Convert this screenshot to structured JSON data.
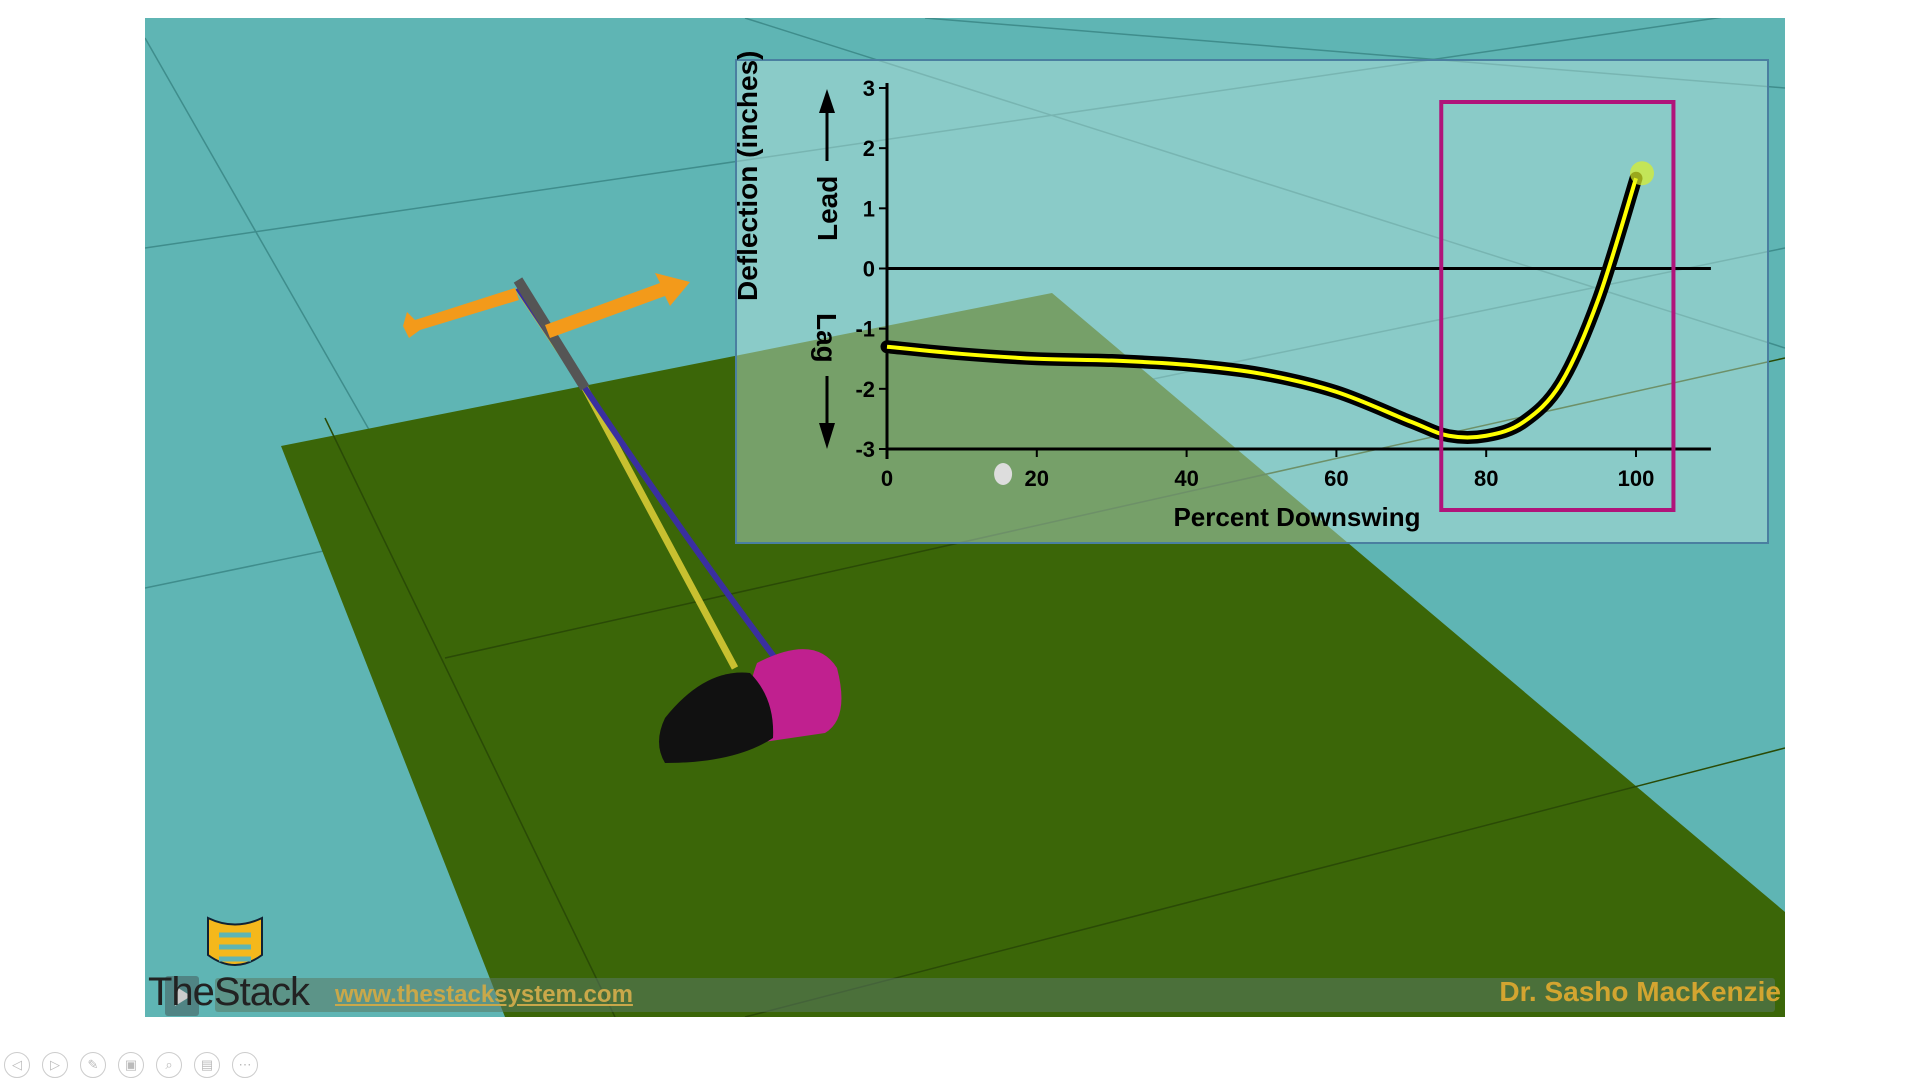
{
  "video": {
    "brand": "TheStack",
    "url": "www.thestacksystem.com",
    "author": "Dr. Sasho MacKenzie"
  },
  "colors": {
    "background": "#5fb5b4",
    "floor": "#3b6608",
    "curve": "#ffff00",
    "highlight_box": "#b0147a",
    "arrows": "#f39a1a",
    "club_head": "#c0208f"
  },
  "chart_data": {
    "type": "line",
    "xlabel": "Percent Downswing",
    "ylabel": "Deflection  (inches)",
    "annotations": {
      "up": "Lead",
      "down": "Lag"
    },
    "xlim": [
      0,
      110
    ],
    "ylim": [
      -3,
      3
    ],
    "xticks": [
      "0",
      "20",
      "40",
      "60",
      "80",
      "100"
    ],
    "yticks": [
      "3",
      "2",
      "1",
      "0",
      "-1",
      "-2",
      "-3"
    ],
    "highlight_range": [
      74,
      105
    ],
    "x": [
      0,
      10,
      20,
      30,
      40,
      50,
      60,
      70,
      75,
      80,
      85,
      90,
      95,
      100
    ],
    "y": [
      -1.3,
      -1.42,
      -1.5,
      -1.53,
      -1.6,
      -1.75,
      -2.05,
      -2.55,
      -2.78,
      -2.78,
      -2.55,
      -1.9,
      -0.5,
      1.5
    ]
  },
  "controls": [
    {
      "icon": "previous-icon",
      "glyph": "◁"
    },
    {
      "icon": "next-icon",
      "glyph": "▷"
    },
    {
      "icon": "pen-icon",
      "glyph": "✎"
    },
    {
      "icon": "slides-icon",
      "glyph": "▣"
    },
    {
      "icon": "zoom-icon",
      "glyph": "⌕"
    },
    {
      "icon": "subtitles-icon",
      "glyph": "▤"
    },
    {
      "icon": "more-icon",
      "glyph": "⋯"
    }
  ]
}
